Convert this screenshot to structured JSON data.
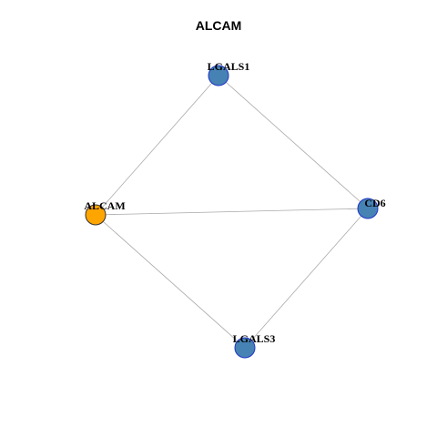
{
  "title": "ALCAM",
  "colors": {
    "center_fill": "#FFA500",
    "center_stroke": "#333333",
    "neighbor_fill": "#4682B4",
    "neighbor_stroke": "#1f35c8",
    "edge": "#a9a9a9"
  },
  "nodes": [
    {
      "id": "ALCAM",
      "label": "ALCAM",
      "role": "center"
    },
    {
      "id": "LGALS1",
      "label": "LGALS1",
      "role": "neighbor"
    },
    {
      "id": "CD6",
      "label": "CD6",
      "role": "neighbor"
    },
    {
      "id": "LGALS3",
      "label": "LGALS3",
      "role": "neighbor"
    }
  ],
  "edges": [
    {
      "source": "ALCAM",
      "target": "LGALS1"
    },
    {
      "source": "ALCAM",
      "target": "CD6"
    },
    {
      "source": "ALCAM",
      "target": "LGALS3"
    },
    {
      "source": "LGALS1",
      "target": "CD6"
    },
    {
      "source": "CD6",
      "target": "LGALS3"
    }
  ]
}
